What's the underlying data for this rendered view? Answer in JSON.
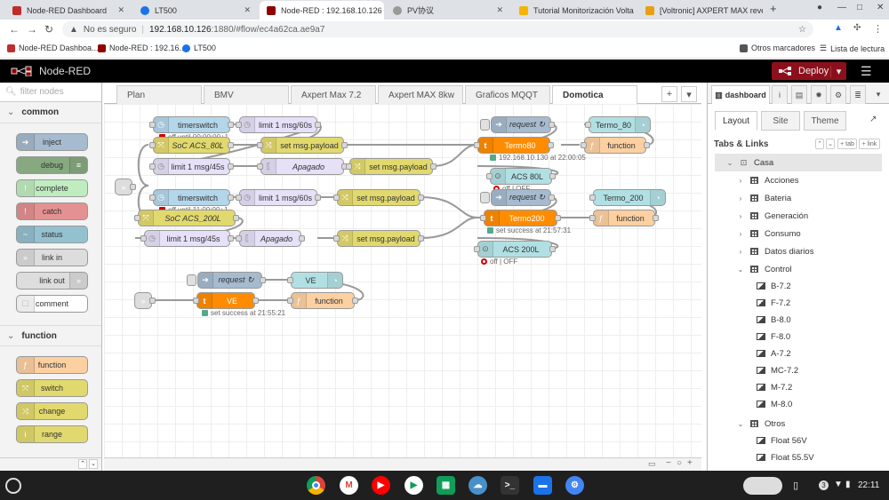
{
  "browser": {
    "tabs": [
      {
        "title": "Node-RED Dashboard",
        "fav": "#c02c2c"
      },
      {
        "title": "LT500",
        "fav": "#1a73e8"
      },
      {
        "title": "Node-RED : 192.168.10.126",
        "fav": "#8f0000"
      },
      {
        "title": "PV协议",
        "fav": "#999999"
      },
      {
        "title": "Tutorial Monitorización Volta",
        "fav": "#f4b400"
      },
      {
        "title": "[Voltronic] AXPERT MAX reve",
        "fav": "#e8a010"
      }
    ],
    "new_tab": "+",
    "address": {
      "insecure_label": "No es seguro",
      "host": "192.168.10.126",
      "path": ":1880/#flow/ec4a62ca.ae9a7"
    },
    "bookmarks": [
      {
        "label": "Node-RED Dashboa...",
        "fav": "#c02c2c"
      },
      {
        "label": "Node-RED : 192.16...",
        "fav": "#8f0000"
      },
      {
        "label": "LT500",
        "fav": "#1a73e8"
      }
    ],
    "other_bookmarks": "Otros marcadores",
    "reading_list": "Lista de lectura"
  },
  "nodered": {
    "title": "Node-RED",
    "deploy_label": "Deploy",
    "palette": {
      "filter_placeholder": "filter nodes",
      "categories": [
        {
          "name": "common",
          "nodes": [
            {
              "label": "inject",
              "color": "#a6bbcf",
              "icon_side": "left",
              "icon": "➔"
            },
            {
              "label": "debug",
              "color": "#87a980",
              "icon_side": "right",
              "icon": "≡"
            },
            {
              "label": "complete",
              "color": "#c0edc0",
              "icon_side": "left",
              "icon": "!"
            },
            {
              "label": "catch",
              "color": "#e49191",
              "icon_side": "left",
              "icon": "!"
            },
            {
              "label": "status",
              "color": "#94c1d0",
              "icon_side": "left",
              "icon": "~"
            },
            {
              "label": "link in",
              "color": "#dddddd",
              "icon_side": "left",
              "icon": "»"
            },
            {
              "label": "link out",
              "color": "#dddddd",
              "icon_side": "right",
              "icon": "»"
            },
            {
              "label": "comment",
              "color": "#ffffff",
              "icon_side": "left",
              "icon": "☐"
            }
          ]
        },
        {
          "name": "function",
          "nodes": [
            {
              "label": "function",
              "color": "#fdd0a2",
              "icon_side": "left",
              "icon": "ƒ"
            },
            {
              "label": "switch",
              "color": "#e2d96e",
              "icon_side": "left",
              "icon": "⤧"
            },
            {
              "label": "change",
              "color": "#e2d96e",
              "icon_side": "left",
              "icon": "⤨"
            },
            {
              "label": "range",
              "color": "#e2d96e",
              "icon_side": "left",
              "icon": "i"
            }
          ]
        }
      ]
    },
    "workspace_tabs": [
      "Plan",
      "BMV",
      "Axpert Max 7.2",
      "Axpert MAX 8kw",
      "Graficos MQQT",
      "Domotica"
    ],
    "active_tab": "Domotica",
    "flow_nodes": [
      {
        "label": "timerswitch",
        "color": "#b4d6ea"
      },
      {
        "label": "limit 1 msg/60s",
        "color": "#e6e0f8"
      },
      {
        "label": "request ↻",
        "color": "#a6bbcf"
      },
      {
        "label": "Termo_80",
        "color": "#b1e0e4"
      },
      {
        "label": "SoC ACS_80L",
        "color": "#e2d96e"
      },
      {
        "label": "set msg.payload",
        "color": "#e2d96e"
      },
      {
        "label": "Termo80",
        "color": "#ff8c00"
      },
      {
        "label": "function",
        "color": "#fdd0a2"
      },
      {
        "label": "limit 1 msg/45s",
        "color": "#e6e0f8"
      },
      {
        "label": "Apagado",
        "color": "#e6e0f8"
      },
      {
        "label": "set msg.payload",
        "color": "#e2d96e"
      },
      {
        "label": "ACS 80L",
        "color": "#b1e0e4"
      },
      {
        "label": "timerswitch",
        "color": "#b4d6ea"
      },
      {
        "label": "limit 1 msg/60s",
        "color": "#e6e0f8"
      },
      {
        "label": "set msg.payload",
        "color": "#e2d96e"
      },
      {
        "label": "request ↻",
        "color": "#a6bbcf"
      },
      {
        "label": "Termo_200",
        "color": "#b1e0e4"
      },
      {
        "label": "SoC ACS_200L",
        "color": "#e2d96e"
      },
      {
        "label": "Termo200",
        "color": "#ff8c00"
      },
      {
        "label": "function",
        "color": "#fdd0a2"
      },
      {
        "label": "limit 1 msg/45s",
        "color": "#e6e0f8"
      },
      {
        "label": "Apagado",
        "color": "#e6e0f8"
      },
      {
        "label": "set msg.payload",
        "color": "#e2d96e"
      },
      {
        "label": "ACS 200L",
        "color": "#b1e0e4"
      },
      {
        "label": "request ↻",
        "color": "#a6bbcf"
      },
      {
        "label": "VE",
        "color": "#b1e0e4"
      },
      {
        "label": "VE",
        "color": "#ff8c00"
      },
      {
        "label": "function",
        "color": "#fdd0a2"
      }
    ],
    "statuses": [
      "off until 00:00:00+1",
      "192.168.10.130 at 22:00:05",
      "off | OFF",
      "off until 11:00:00+1",
      "set success at 21:57:31",
      "off | OFF",
      "set success at 21:55:21"
    ],
    "sidebar": {
      "tab_label": "dashboard",
      "subtabs": [
        "Layout",
        "Site",
        "Theme"
      ],
      "section_title": "Tabs & Links",
      "mini_buttons": [
        "+ tab",
        "+ link"
      ],
      "root": "Casa",
      "groups": [
        "Acciones",
        "Bateria",
        "Generación",
        "Consumo",
        "Datos diarios",
        "Control"
      ],
      "control_items": [
        "B-7.2",
        "F-7.2",
        "B-8.0",
        "F-8.0",
        "A-7.2",
        "MC-7.2",
        "M-7.2",
        "M-8.0"
      ],
      "otros_group": "Otros",
      "otros_items": [
        "Float 56V",
        "Float 55.5V"
      ]
    }
  },
  "system": {
    "time": "22:11",
    "notification_count": "3"
  }
}
